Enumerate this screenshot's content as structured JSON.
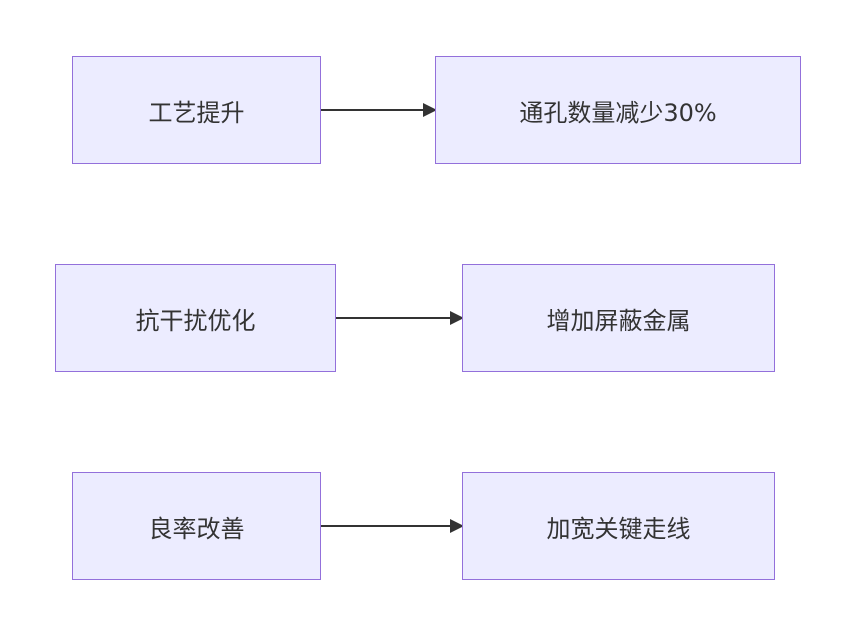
{
  "diagram": {
    "rows": [
      {
        "source": "工艺提升",
        "target": "通孔数量减少30%"
      },
      {
        "source": "抗干扰优化",
        "target": "增加屏蔽金属"
      },
      {
        "source": "良率改善",
        "target": "加宽关键走线"
      }
    ]
  },
  "colors": {
    "node_fill": "#ECECFF",
    "node_border": "#9370DB",
    "edge": "#333333",
    "text": "#333333"
  }
}
